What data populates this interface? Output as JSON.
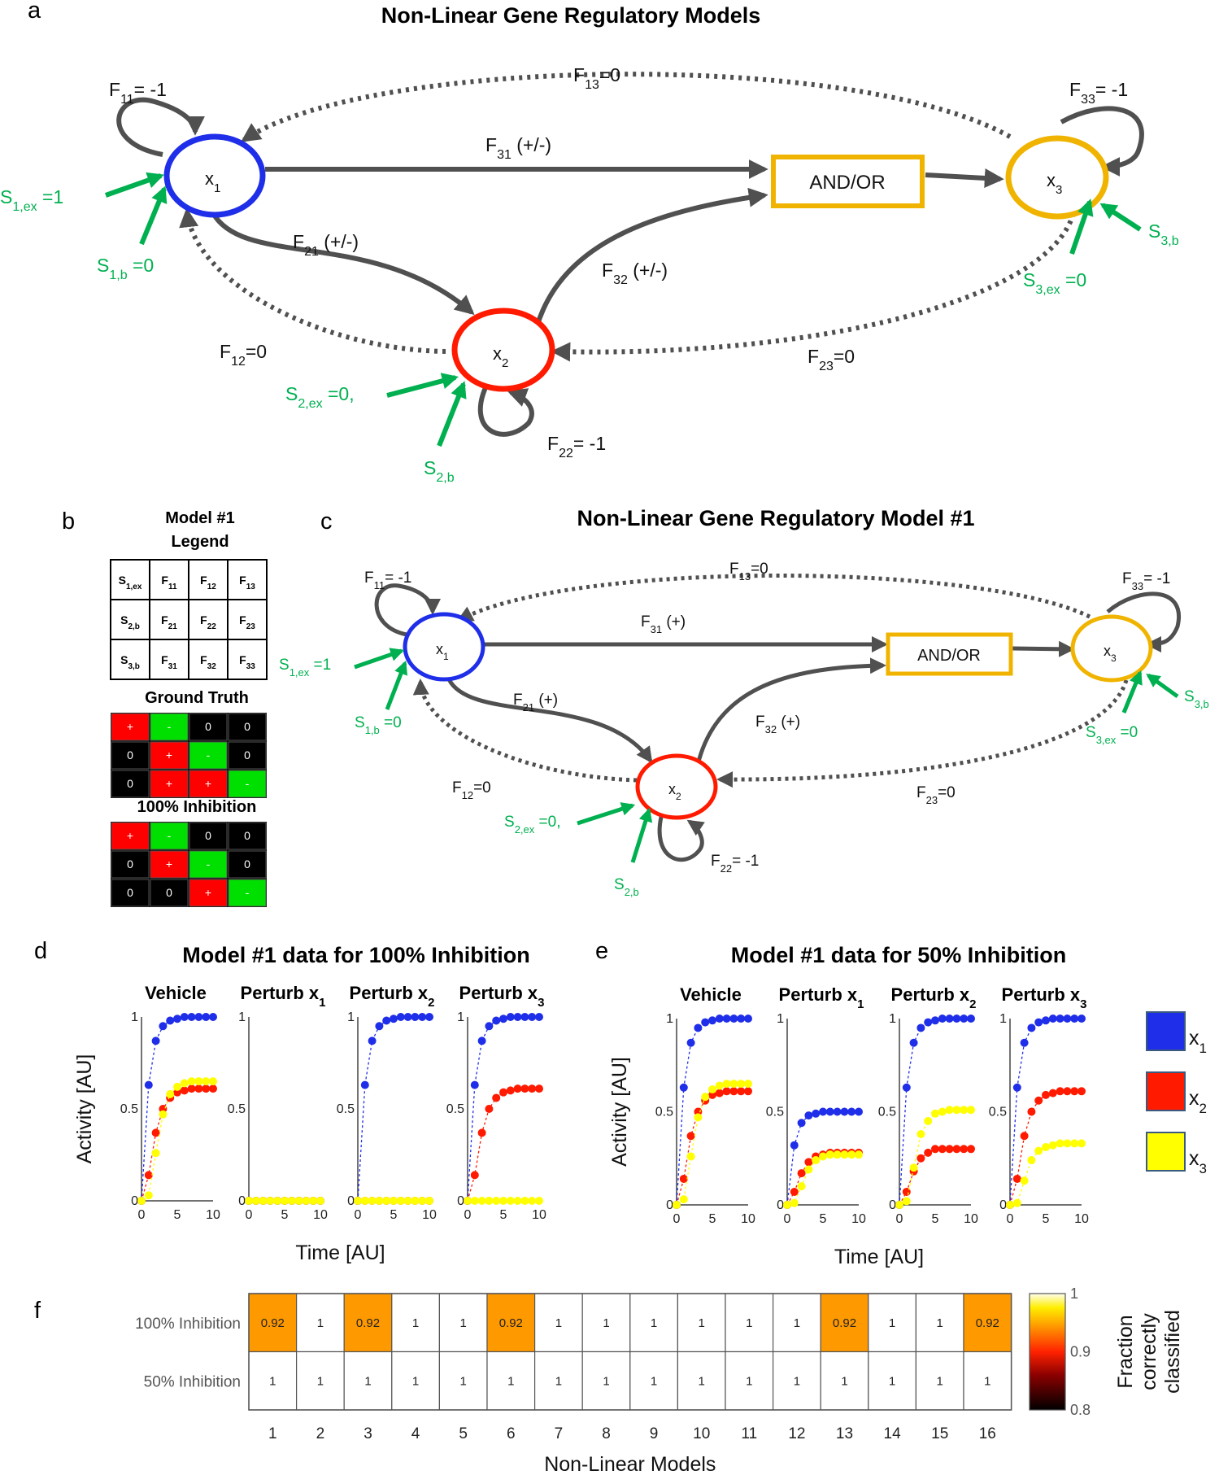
{
  "panels": {
    "a": {
      "letter": "a",
      "title": "Non-Linear Gene Regulatory Models",
      "nodes": [
        "x1",
        "x2",
        "x3"
      ],
      "gate": "AND/OR",
      "edges": {
        "F11": "F11= -1",
        "F13": "F13=0",
        "F33": "F33= -1",
        "F31": "F31 (+/-)",
        "F21": "F21 (+/-)",
        "F32": "F32 (+/-)",
        "F12": "F12=0",
        "F23": "F23=0",
        "F22": "F22= -1"
      },
      "inputs": {
        "S1ex": "S1,ex =1",
        "S1b": "S1,b =0",
        "S2ex": "S2,ex =0,",
        "S2b": "S2,b",
        "S3b": "S3,b",
        "S3ex": "S3,ex =0"
      }
    },
    "b": {
      "letter": "b",
      "legend_title_1": "Model #1",
      "legend_title_2": "Legend",
      "legend_grid": [
        [
          "S1,ex",
          "F11",
          "F12",
          "F13"
        ],
        [
          "S2,b",
          "F21",
          "F22",
          "F23"
        ],
        [
          "S3,b",
          "F31",
          "F32",
          "F33"
        ]
      ],
      "ground_truth_title": "Ground Truth",
      "ground_truth": [
        [
          "+",
          "-",
          "0",
          "0"
        ],
        [
          "0",
          "+",
          "-",
          "0"
        ],
        [
          "0",
          "+",
          "+",
          "-"
        ]
      ],
      "inhibition_title": "100% Inhibition",
      "inhibition": [
        [
          "+",
          "-",
          "0",
          "0"
        ],
        [
          "0",
          "+",
          "-",
          "0"
        ],
        [
          "0",
          "0",
          "+",
          "-"
        ]
      ]
    },
    "c": {
      "letter": "c",
      "title": "Non-Linear Gene Regulatory Model #1",
      "gate": "AND/OR",
      "edges": {
        "F11": "F11= -1",
        "F13": "F13=0",
        "F33": "F33= -1",
        "F31": "F31 (+)",
        "F21": "F21 (+)",
        "F32": "F32 (+)",
        "F12": "F12=0",
        "F23": "F23=0",
        "F22": "F22= -1"
      },
      "inputs": {
        "S1ex": "S1,ex =1",
        "S1b": "S1,b =0",
        "S2ex": "S2,ex =0,",
        "S2b": "S2,b",
        "S3b": "S3,b",
        "S3ex": "S3,ex =0"
      }
    },
    "d": {
      "letter": "d",
      "title": "Model #1 data for 100% Inhibition"
    },
    "e": {
      "letter": "e",
      "title": "Model #1 data for 50% Inhibition"
    },
    "f": {
      "letter": "f"
    }
  },
  "colors": {
    "x1": "#1f2ee8",
    "x2": "#ff1a00",
    "x3": "#ffff00",
    "green": "#00b050",
    "gate": "#f0b400",
    "edge": "#505050",
    "heat_low": "#ff9900"
  },
  "chart_data": [
    {
      "type": "line",
      "id": "d",
      "title": "Model #1 data for 100% Inhibition",
      "xlabel": "Time [AU]",
      "ylabel": "Activity [AU]",
      "xlim": [
        0,
        10
      ],
      "ylim": [
        0,
        1
      ],
      "xticks": [
        "0",
        "5",
        "10"
      ],
      "yticks": [
        "0",
        "0.5",
        "1"
      ],
      "x": [
        0,
        1,
        2,
        3,
        4,
        5,
        6,
        7,
        8,
        9,
        10
      ],
      "legend": [
        "x1",
        "x2",
        "x3"
      ],
      "subplots": [
        {
          "title": "Vehicle",
          "series": [
            {
              "name": "x1",
              "values": [
                0,
                0.63,
                0.87,
                0.95,
                0.98,
                0.99,
                1.0,
                1.0,
                1.0,
                1.0,
                1.0
              ]
            },
            {
              "name": "x2",
              "values": [
                0,
                0.14,
                0.37,
                0.5,
                0.56,
                0.59,
                0.6,
                0.61,
                0.61,
                0.61,
                0.61
              ]
            },
            {
              "name": "x3",
              "values": [
                0,
                0.03,
                0.26,
                0.47,
                0.58,
                0.62,
                0.64,
                0.65,
                0.65,
                0.65,
                0.65
              ]
            }
          ]
        },
        {
          "title": "Perturb x1",
          "series": [
            {
              "name": "x1",
              "values": [
                0,
                0,
                0,
                0,
                0,
                0,
                0,
                0,
                0,
                0,
                0
              ]
            },
            {
              "name": "x2",
              "values": [
                0,
                0,
                0,
                0,
                0,
                0,
                0,
                0,
                0,
                0,
                0
              ]
            },
            {
              "name": "x3",
              "values": [
                0,
                0,
                0,
                0,
                0,
                0,
                0,
                0,
                0,
                0,
                0
              ]
            }
          ]
        },
        {
          "title": "Perturb x2",
          "series": [
            {
              "name": "x1",
              "values": [
                0,
                0.63,
                0.87,
                0.95,
                0.98,
                0.99,
                1.0,
                1.0,
                1.0,
                1.0,
                1.0
              ]
            },
            {
              "name": "x2",
              "values": [
                0,
                0,
                0,
                0,
                0,
                0,
                0,
                0,
                0,
                0,
                0
              ]
            },
            {
              "name": "x3",
              "values": [
                0,
                0,
                0,
                0,
                0,
                0,
                0,
                0,
                0,
                0,
                0
              ]
            }
          ]
        },
        {
          "title": "Perturb x3",
          "series": [
            {
              "name": "x1",
              "values": [
                0,
                0.63,
                0.87,
                0.95,
                0.98,
                0.99,
                1.0,
                1.0,
                1.0,
                1.0,
                1.0
              ]
            },
            {
              "name": "x2",
              "values": [
                0,
                0.14,
                0.37,
                0.5,
                0.56,
                0.59,
                0.6,
                0.61,
                0.61,
                0.61,
                0.61
              ]
            },
            {
              "name": "x3",
              "values": [
                0,
                0,
                0,
                0,
                0,
                0,
                0,
                0,
                0,
                0,
                0
              ]
            }
          ]
        }
      ]
    },
    {
      "type": "line",
      "id": "e",
      "title": "Model #1 data for 50% Inhibition",
      "xlabel": "Time [AU]",
      "ylabel": "Activity [AU]",
      "xlim": [
        0,
        10
      ],
      "ylim": [
        0,
        1
      ],
      "xticks": [
        "0",
        "5",
        "10"
      ],
      "yticks": [
        "0",
        "0.5",
        "1"
      ],
      "x": [
        0,
        1,
        2,
        3,
        4,
        5,
        6,
        7,
        8,
        9,
        10
      ],
      "subplots": [
        {
          "title": "Vehicle",
          "series": [
            {
              "name": "x1",
              "values": [
                0,
                0.63,
                0.87,
                0.95,
                0.98,
                0.99,
                1.0,
                1.0,
                1.0,
                1.0,
                1.0
              ]
            },
            {
              "name": "x2",
              "values": [
                0,
                0.14,
                0.37,
                0.5,
                0.56,
                0.59,
                0.6,
                0.61,
                0.61,
                0.61,
                0.61
              ]
            },
            {
              "name": "x3",
              "values": [
                0,
                0.03,
                0.26,
                0.47,
                0.58,
                0.62,
                0.64,
                0.65,
                0.65,
                0.65,
                0.65
              ]
            }
          ]
        },
        {
          "title": "Perturb x1",
          "series": [
            {
              "name": "x1",
              "values": [
                0,
                0.32,
                0.44,
                0.48,
                0.49,
                0.5,
                0.5,
                0.5,
                0.5,
                0.5,
                0.5
              ]
            },
            {
              "name": "x2",
              "values": [
                0,
                0.07,
                0.17,
                0.23,
                0.26,
                0.27,
                0.28,
                0.28,
                0.28,
                0.28,
                0.28
              ]
            },
            {
              "name": "x3",
              "values": [
                0,
                0.01,
                0.1,
                0.19,
                0.24,
                0.26,
                0.27,
                0.27,
                0.27,
                0.27,
                0.27
              ]
            }
          ]
        },
        {
          "title": "Perturb x2",
          "series": [
            {
              "name": "x1",
              "values": [
                0,
                0.63,
                0.87,
                0.95,
                0.98,
                0.99,
                1.0,
                1.0,
                1.0,
                1.0,
                1.0
              ]
            },
            {
              "name": "x2",
              "values": [
                0,
                0.07,
                0.18,
                0.25,
                0.28,
                0.3,
                0.3,
                0.3,
                0.3,
                0.3,
                0.3
              ]
            },
            {
              "name": "x3",
              "values": [
                0,
                0.02,
                0.2,
                0.38,
                0.45,
                0.49,
                0.5,
                0.51,
                0.51,
                0.51,
                0.51
              ]
            }
          ]
        },
        {
          "title": "Perturb x3",
          "series": [
            {
              "name": "x1",
              "values": [
                0,
                0.63,
                0.87,
                0.95,
                0.98,
                0.99,
                1.0,
                1.0,
                1.0,
                1.0,
                1.0
              ]
            },
            {
              "name": "x2",
              "values": [
                0,
                0.14,
                0.37,
                0.5,
                0.56,
                0.59,
                0.6,
                0.61,
                0.61,
                0.61,
                0.61
              ]
            },
            {
              "name": "x3",
              "values": [
                0,
                0.01,
                0.13,
                0.24,
                0.29,
                0.31,
                0.32,
                0.33,
                0.33,
                0.33,
                0.33
              ]
            }
          ]
        }
      ]
    },
    {
      "type": "heatmap",
      "id": "f",
      "xlabel": "Non-Linear Models",
      "rows": [
        "100% Inhibition",
        "50% Inhibition"
      ],
      "columns": [
        "1",
        "2",
        "3",
        "4",
        "5",
        "6",
        "7",
        "8",
        "9",
        "10",
        "11",
        "12",
        "13",
        "14",
        "15",
        "16"
      ],
      "values": [
        [
          0.92,
          1,
          0.92,
          1,
          1,
          0.92,
          1,
          1,
          1,
          1,
          1,
          1,
          0.92,
          1,
          1,
          0.92
        ],
        [
          1,
          1,
          1,
          1,
          1,
          1,
          1,
          1,
          1,
          1,
          1,
          1,
          1,
          1,
          1,
          1
        ]
      ],
      "colorbar": {
        "label_lines": [
          "Fraction",
          "correctly",
          "classified"
        ],
        "ticks": [
          "1",
          "0.9",
          "0.8"
        ],
        "range": [
          0.8,
          1
        ]
      }
    }
  ]
}
